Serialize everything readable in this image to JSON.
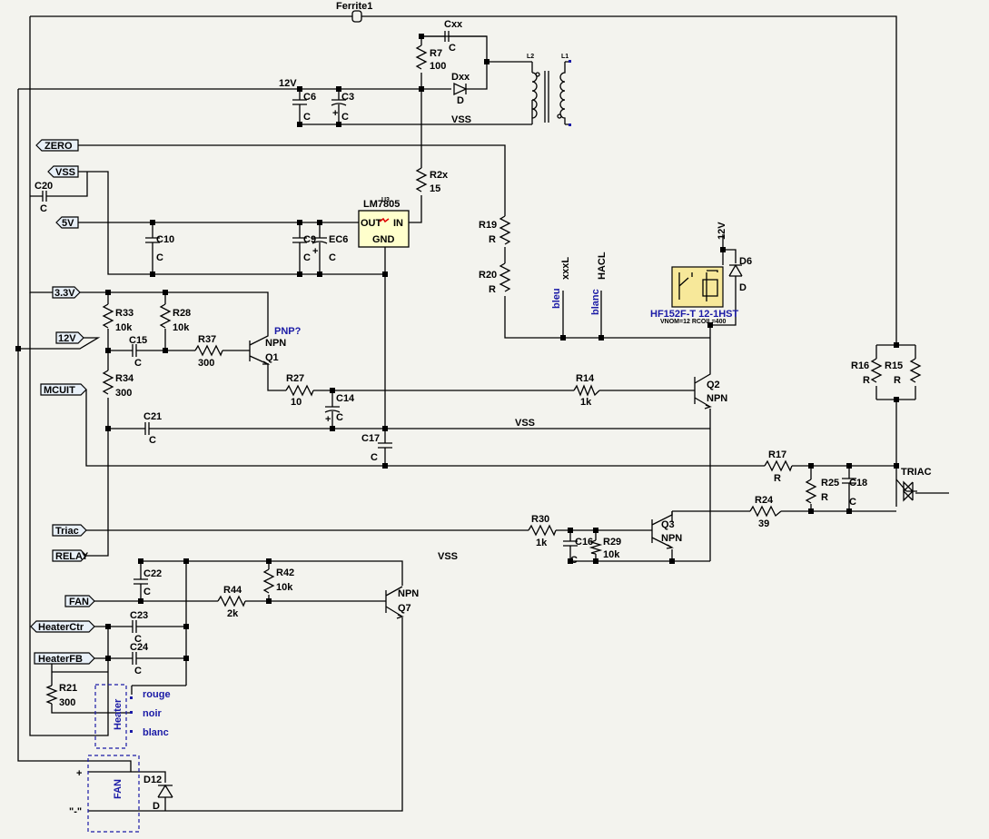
{
  "ferrite": "Ferrite1",
  "flags": {
    "zero": "ZERO",
    "vss": "VSS",
    "v5": "5V",
    "v33": "3.3V",
    "v12": "12V",
    "mcuit": "MCUIT",
    "triac": "Triac",
    "relay": "RELAY",
    "fan": "FAN",
    "heaterctr": "HeaterCtr",
    "heaterfb": "HeaterFB"
  },
  "nets": {
    "v12": "12V",
    "vss": "VSS"
  },
  "regulator": {
    "name": "LM7805",
    "out": "OUT",
    "in": "IN",
    "gnd": "GND"
  },
  "components": {
    "Cxx": [
      "Cxx",
      "C"
    ],
    "R7": [
      "R7",
      "100"
    ],
    "Dxx": [
      "Dxx",
      "D"
    ],
    "C6": [
      "C6",
      "C"
    ],
    "C3": [
      "C3",
      "C"
    ],
    "C20": [
      "C20",
      "C"
    ],
    "R2x": [
      "R2x",
      "15"
    ],
    "C10": [
      "C10",
      "C"
    ],
    "C9": [
      "C9",
      "C"
    ],
    "EC6": [
      "EC6",
      "C"
    ],
    "R19": [
      "R19",
      "R"
    ],
    "R20": [
      "R20",
      "R"
    ],
    "R33": [
      "R33",
      "10k"
    ],
    "R28": [
      "R28",
      "10k"
    ],
    "C15": [
      "C15",
      "C"
    ],
    "R37": [
      "R37",
      "300"
    ],
    "Q1": [
      "Q1",
      "NPN"
    ],
    "R34": [
      "R34",
      "300"
    ],
    "R27": [
      "R27",
      "10"
    ],
    "C14": [
      "C14",
      "C"
    ],
    "R14": [
      "R14",
      "1k"
    ],
    "Q2": [
      "Q2",
      "NPN"
    ],
    "C21": [
      "C21",
      "C"
    ],
    "C17": [
      "C17",
      "C"
    ],
    "D6": [
      "D6",
      "D"
    ],
    "R16": [
      "R16",
      "R"
    ],
    "R15": [
      "R15",
      "R"
    ],
    "R17": [
      "R17",
      "R"
    ],
    "R25": [
      "R25",
      "R"
    ],
    "C18": [
      "C18",
      "C"
    ],
    "R24": [
      "R24",
      "39"
    ],
    "R30": [
      "R30",
      "1k"
    ],
    "C16": [
      "C16",
      "C"
    ],
    "R29": [
      "R29",
      "10k"
    ],
    "Q3": [
      "Q3",
      "NPN"
    ],
    "C22": [
      "C22",
      "C"
    ],
    "R42": [
      "R42",
      "10k"
    ],
    "R44": [
      "R44",
      "2k"
    ],
    "Q7": [
      "Q7",
      "NPN"
    ],
    "C23": [
      "C23",
      "C"
    ],
    "C24": [
      "C24",
      "C"
    ],
    "R21": [
      "R21",
      "300"
    ],
    "D12": [
      "D12",
      "D"
    ]
  },
  "annotations": {
    "pnp": "PNP?",
    "triac": "TRIAC",
    "relay_part": "HF152F-T 12-1HST",
    "relay_params": "VNOM=12 RCOIL=400",
    "xxxl": "xxxL",
    "hacl": "HACL",
    "bleu": "bleu",
    "blanc_v": "blanc",
    "heater": "Heater",
    "fan_box": "FAN",
    "rouge": "rouge",
    "noir": "noir",
    "blanc": "blanc",
    "plus": "+",
    "minus": "\"-\"",
    "L2": "L2",
    "L1": "L1",
    "U3": "U3",
    "12v_relay": "12V"
  },
  "colors": {
    "wire": "#000000",
    "label_blue": "#1a1aa6",
    "background": "#f3f3ee",
    "regulator": "#ffffcc",
    "relay": "#f7e89a"
  }
}
